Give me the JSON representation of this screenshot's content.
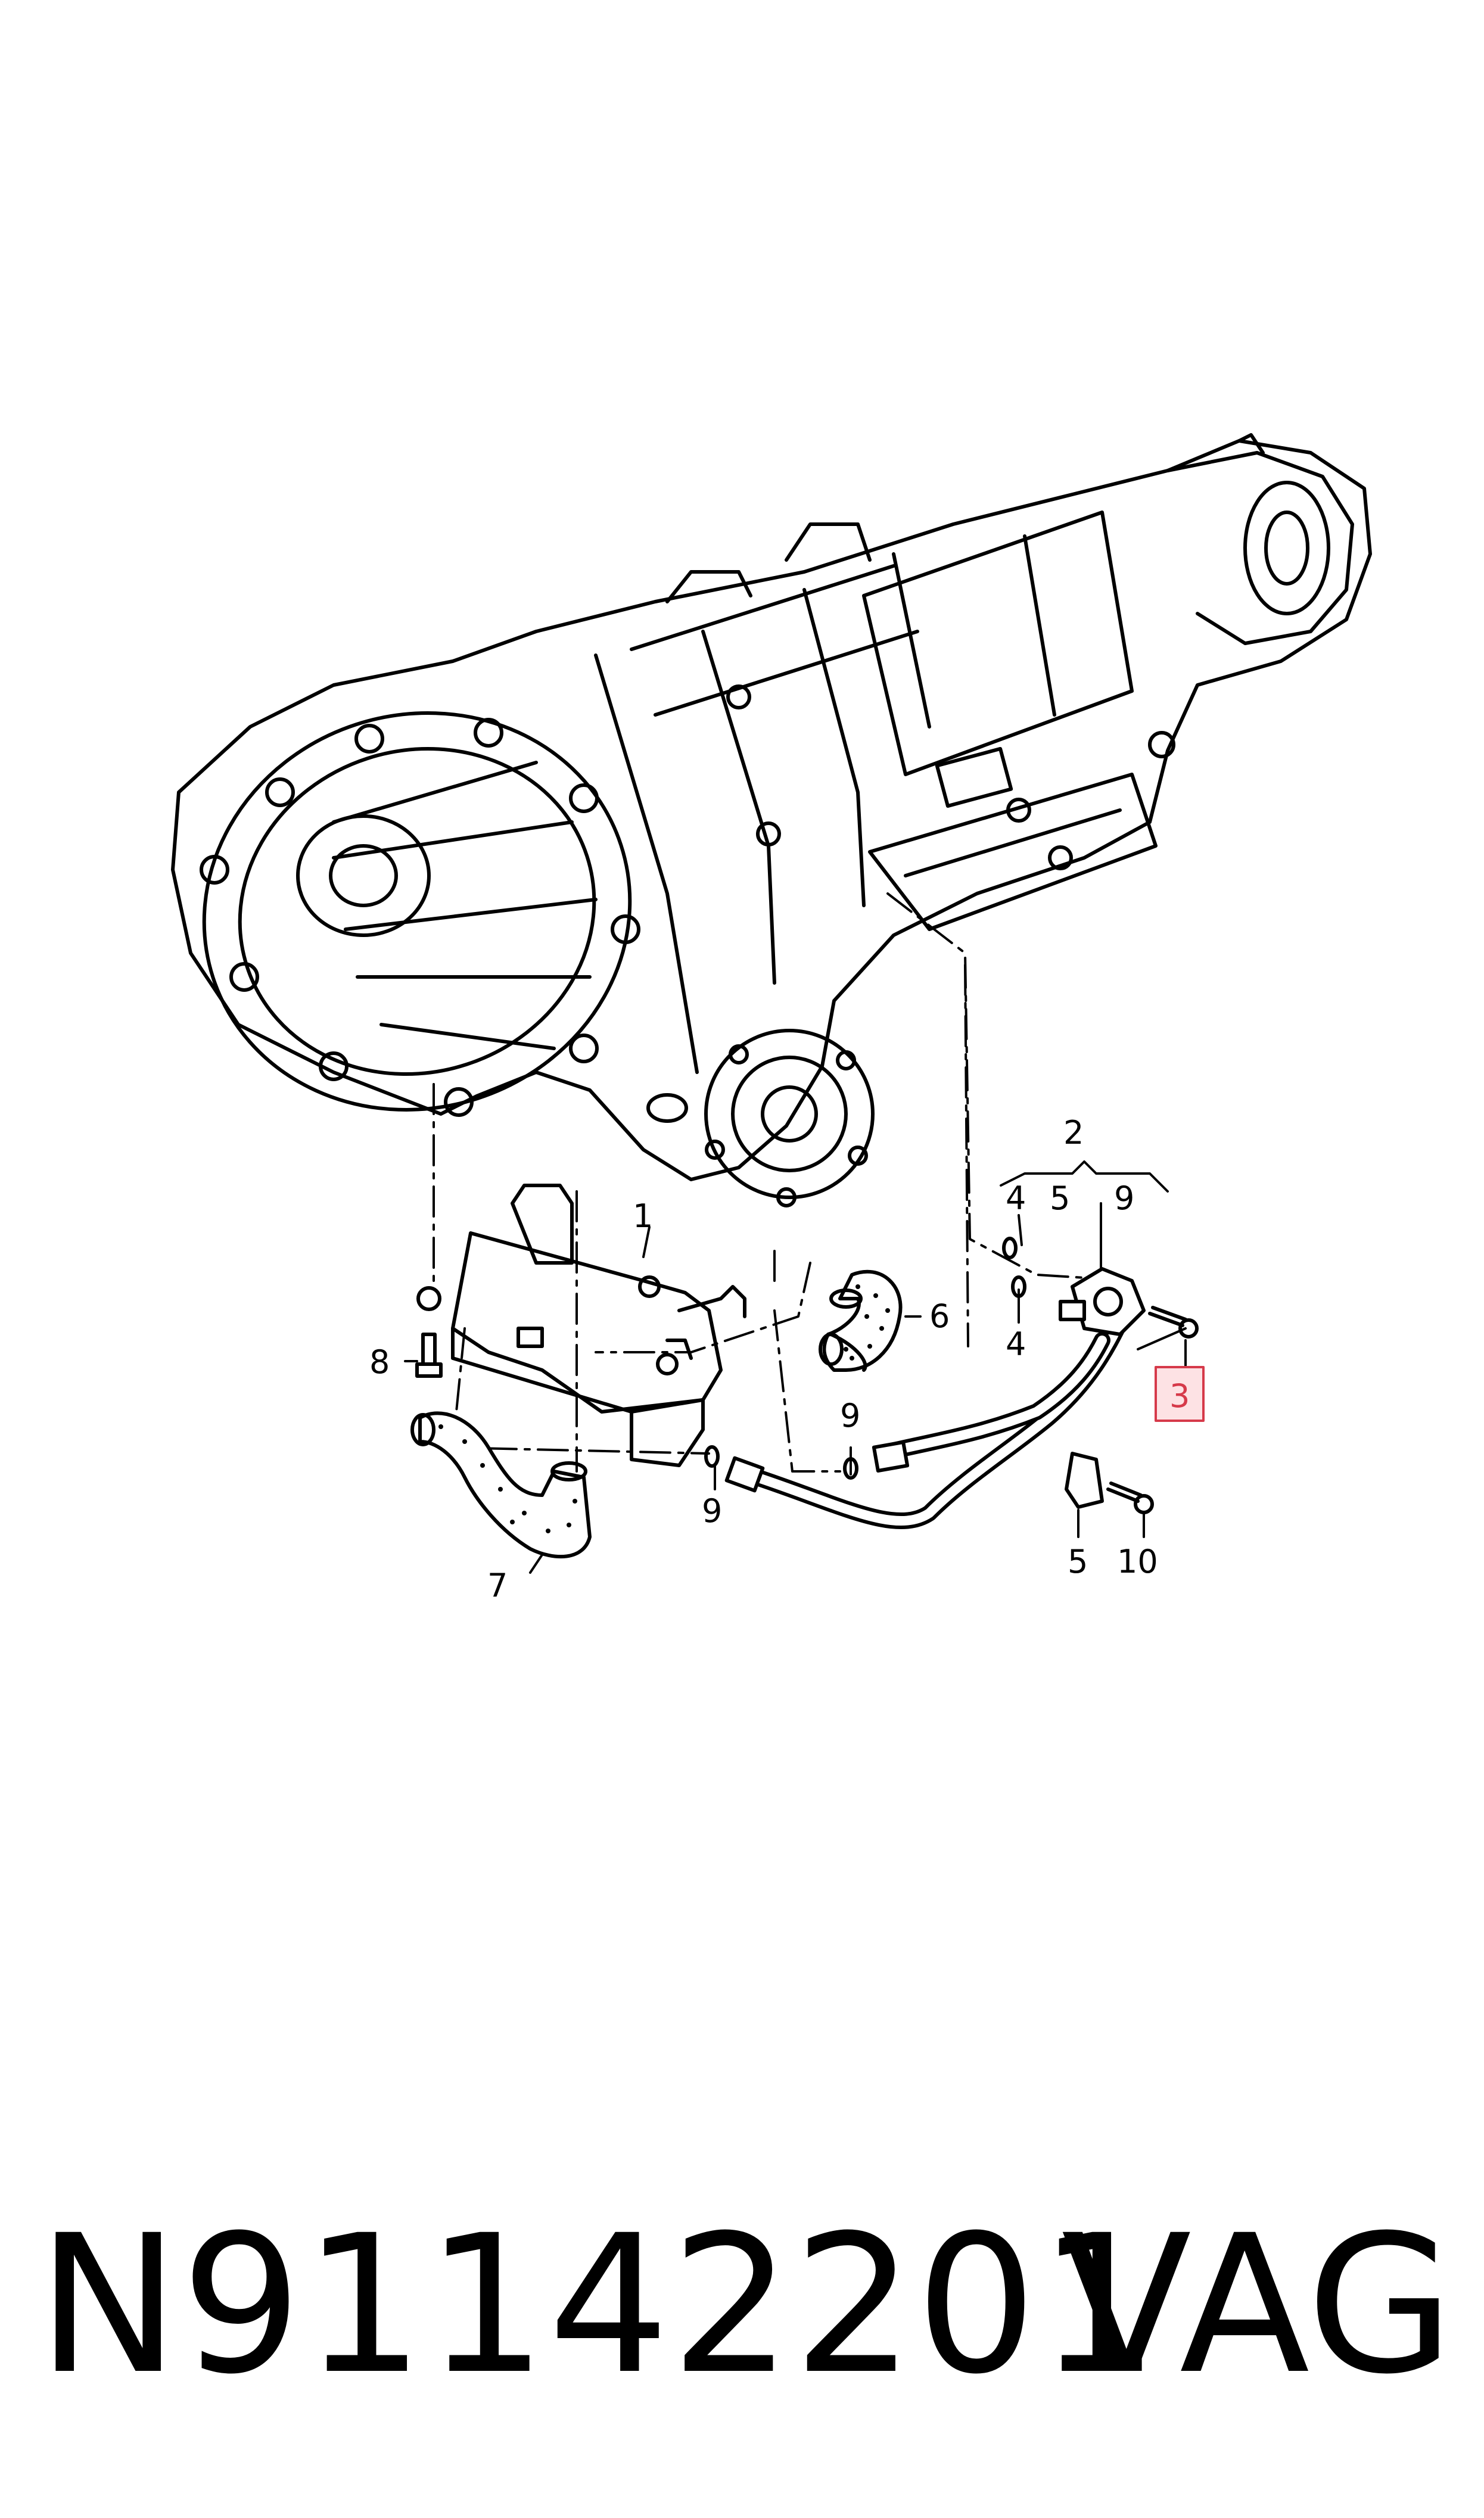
{
  "callouts": {
    "c1": "1",
    "c2": "2",
    "c3": "3",
    "c4a": "4",
    "c4b": "4",
    "c5a": "5",
    "c5b": "5",
    "c6": "6",
    "c7": "7",
    "c8": "8",
    "c9a": "9",
    "c9b": "9",
    "c9c": "9",
    "c10": "10"
  },
  "highlight_color": "#d63a4a",
  "highlight_fill": "#fde2e4",
  "footer": {
    "part_number": "N91142201",
    "brand": "VAG"
  }
}
